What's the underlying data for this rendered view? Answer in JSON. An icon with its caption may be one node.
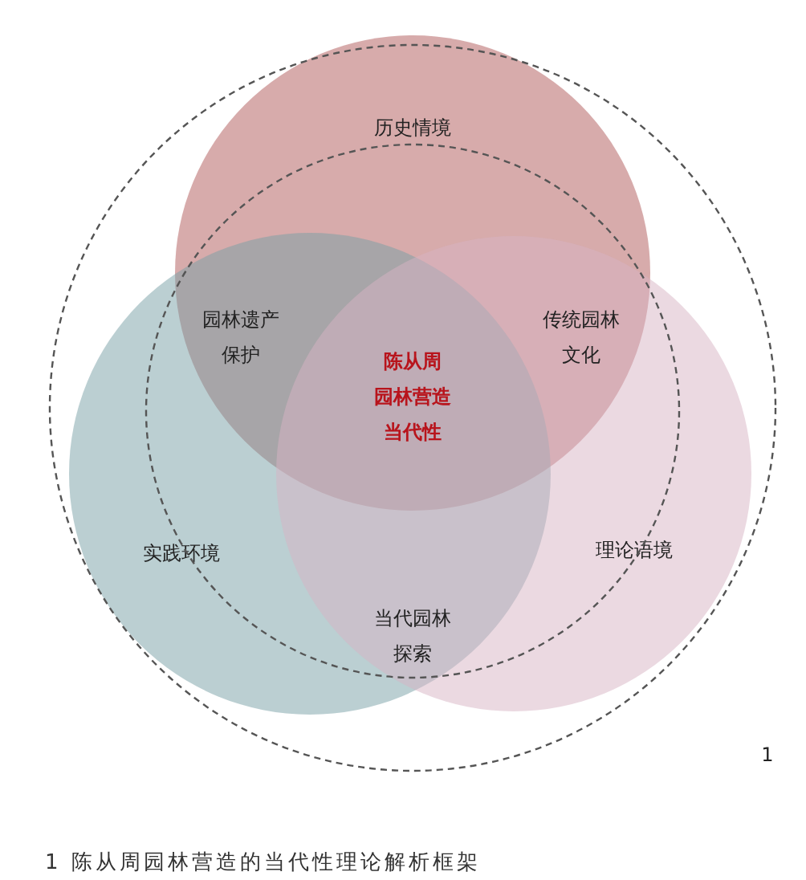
{
  "diagram": {
    "caption": "1 陈从周园林营造的当代性理论解析框架",
    "nodes": [
      {
        "text": [
          "历史情境"
        ]
      },
      {
        "text": [
          "实践环境"
        ]
      },
      {
        "text": [
          "理论语境"
        ]
      }
    ],
    "labels": [
      "园林遗产保护",
      "传统园林文化",
      "陈从周园林营造当代性",
      "当代园林探索",
      "1"
    ]
  }
}
